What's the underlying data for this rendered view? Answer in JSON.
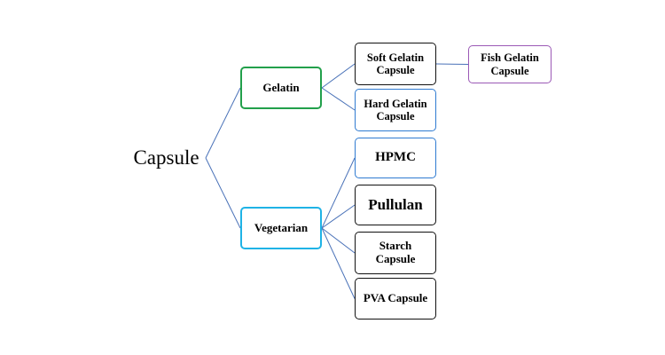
{
  "diagram": {
    "root": "Capsule",
    "nodes": {
      "gelatin": "Gelatin",
      "vegetarian": "Vegetarian",
      "soft_gelatin": "Soft Gelatin\nCapsule",
      "hard_gelatin": "Hard Gelatin\nCapsule",
      "fish_gelatin": "Fish Gelatin\nCapsule",
      "hpmc": "HPMC",
      "pullulan": "Pullulan",
      "starch": "Starch\nCapsule",
      "pva": "PVA Capsule"
    },
    "edges": [
      [
        "root",
        "gelatin"
      ],
      [
        "root",
        "vegetarian"
      ],
      [
        "gelatin",
        "soft_gelatin"
      ],
      [
        "gelatin",
        "hard_gelatin"
      ],
      [
        "soft_gelatin",
        "fish_gelatin"
      ],
      [
        "vegetarian",
        "hpmc"
      ],
      [
        "vegetarian",
        "pullulan"
      ],
      [
        "vegetarian",
        "starch"
      ],
      [
        "vegetarian",
        "pva"
      ]
    ],
    "colors": {
      "gelatin_border": "#22a04b",
      "vegetarian_border": "#1fb3e6",
      "blue_border": "#2f7bd1",
      "black_border": "#111111",
      "fish_border": "#9b59b6",
      "connector": "#4a72b8"
    }
  }
}
